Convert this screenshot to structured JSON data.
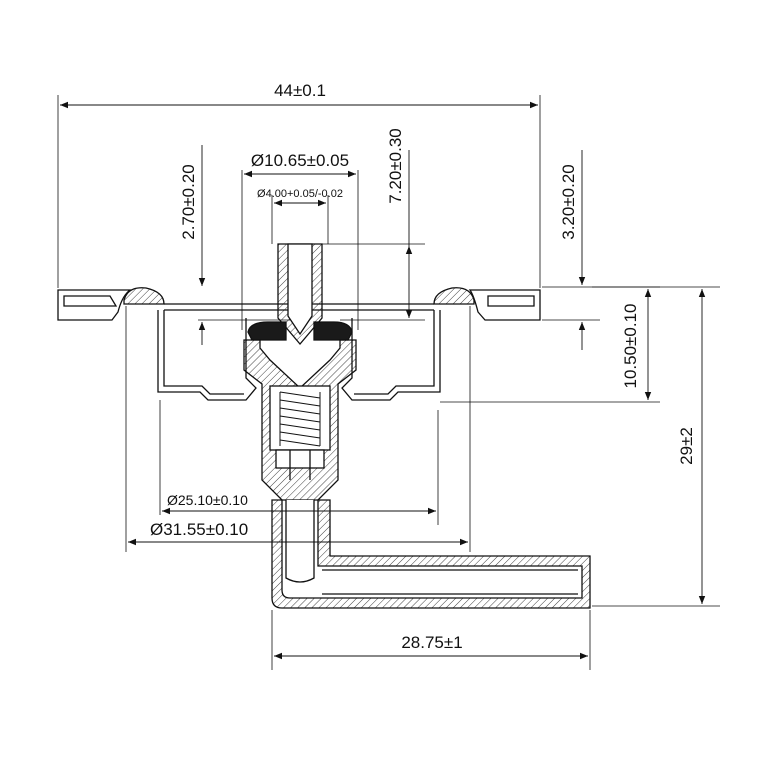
{
  "dimensions": {
    "overall_width": "44±0.1",
    "collar_diameter": "Ø10.65±0.05",
    "bore_diameter": "Ø4.00+0.05/-0.02",
    "stem_height": "7.20±0.30",
    "left_step": "2.70±0.20",
    "right_step": "3.20±0.20",
    "flange_depth": "10.50±0.10",
    "total_height": "29±2",
    "inner_diameter": "Ø25.10±0.10",
    "outer_diameter": "Ø31.55±0.10",
    "outlet_length": "28.75±1"
  },
  "colors": {
    "line": "#111111",
    "seal": "#1a1a1a",
    "hatch": "#111111",
    "background": "#ffffff"
  }
}
